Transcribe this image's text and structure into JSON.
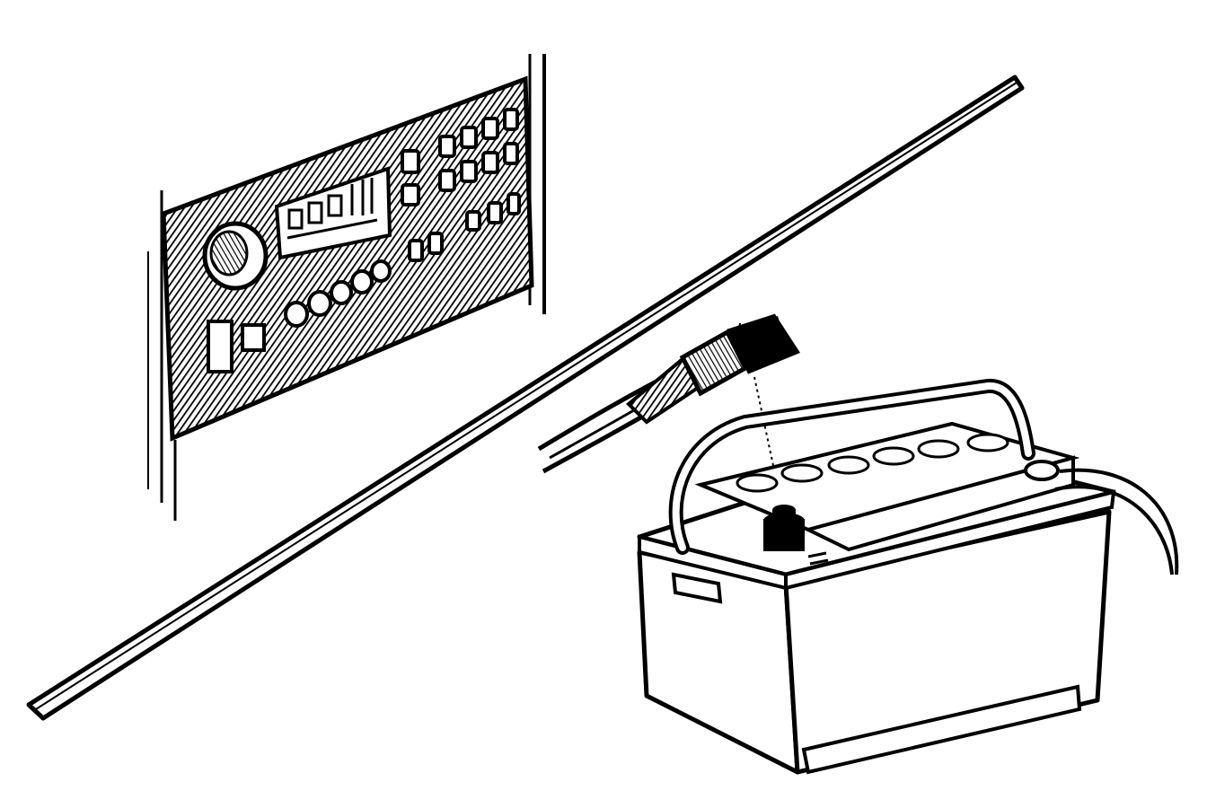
{
  "illustration": {
    "ink": "#000000",
    "paper": "#ffffff",
    "parts": {
      "control_panel": "control-panel",
      "divider": "diagonal-divider",
      "battery": "battery",
      "cable": "cable-connector"
    }
  }
}
